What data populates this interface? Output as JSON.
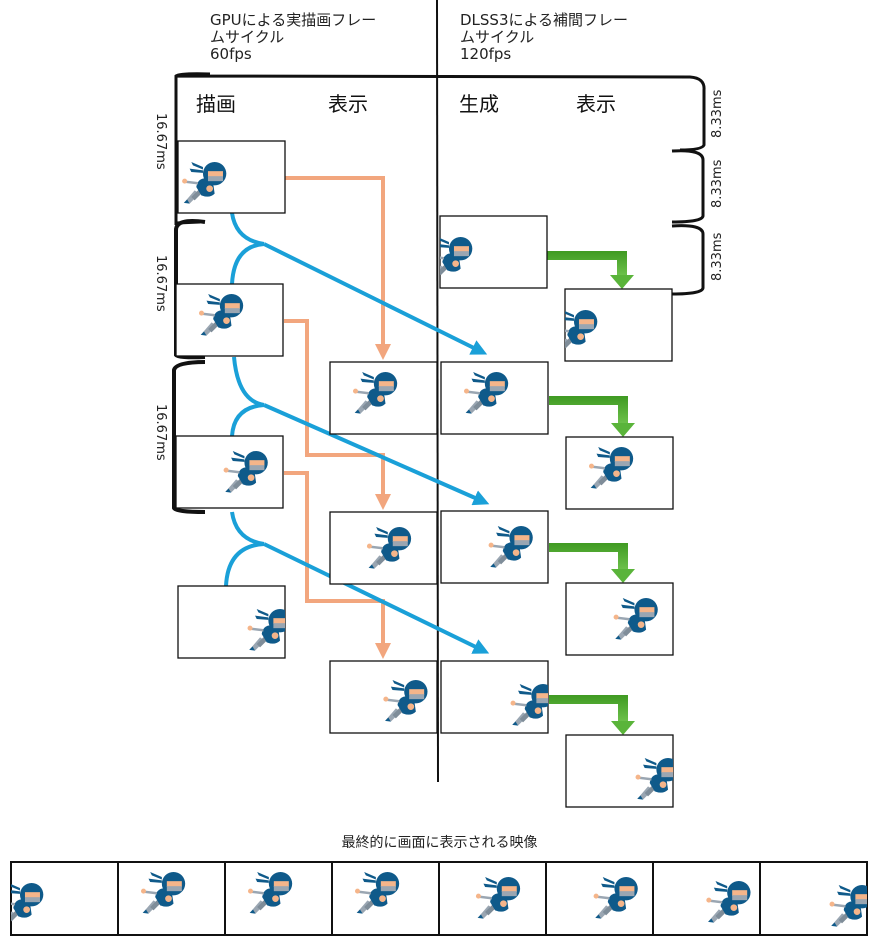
{
  "headers": {
    "gpu": "GPUによる実描画フレー\nムサイクル\n60fps",
    "dlss": "DLSS3による補間フレー\nムサイクル\n120fps"
  },
  "columns": {
    "render": "描画",
    "display_left": "表示",
    "generate": "生成",
    "display_right": "表示"
  },
  "time_labels": {
    "left": [
      "16.67ms",
      "16.67ms",
      "16.67ms"
    ],
    "right": [
      "8.33ms",
      "8.33ms",
      "8.33ms"
    ]
  },
  "caption": "最終的に画面に表示される映像",
  "colors": {
    "display_arrow": "#f2a67e",
    "generate_arrow": "#1aa0d8",
    "interp_arrow": "#4aa82a",
    "ninja_body": "#0f5a8a",
    "ninja_skin": "#f5b58a",
    "ninja_gray": "#9aa6b2"
  },
  "frames": {
    "render": [
      {
        "ninja": "left"
      },
      {
        "ninja": "center-left"
      },
      {
        "ninja": "center-right"
      },
      {
        "ninja": "right-edge"
      }
    ],
    "display_left": [
      {
        "ninja": "center-left"
      },
      {
        "ninja": "center"
      },
      {
        "ninja": "right"
      }
    ],
    "generate": [
      {
        "ninja": "left-edge"
      },
      {
        "ninja": "center-left"
      },
      {
        "ninja": "center-right"
      },
      {
        "ninja": "right-edge"
      }
    ],
    "display_right": [
      {
        "ninja": "left-edge"
      },
      {
        "ninja": "center-left"
      },
      {
        "ninja": "center-right"
      },
      {
        "ninja": "right-edge"
      }
    ],
    "final_strip": [
      {
        "ninja": "left-edge"
      },
      {
        "ninja": "center-left"
      },
      {
        "ninja": "center-left"
      },
      {
        "ninja": "center-left"
      },
      {
        "ninja": "center"
      },
      {
        "ninja": "center-right"
      },
      {
        "ninja": "right"
      },
      {
        "ninja": "right-edge"
      }
    ]
  }
}
